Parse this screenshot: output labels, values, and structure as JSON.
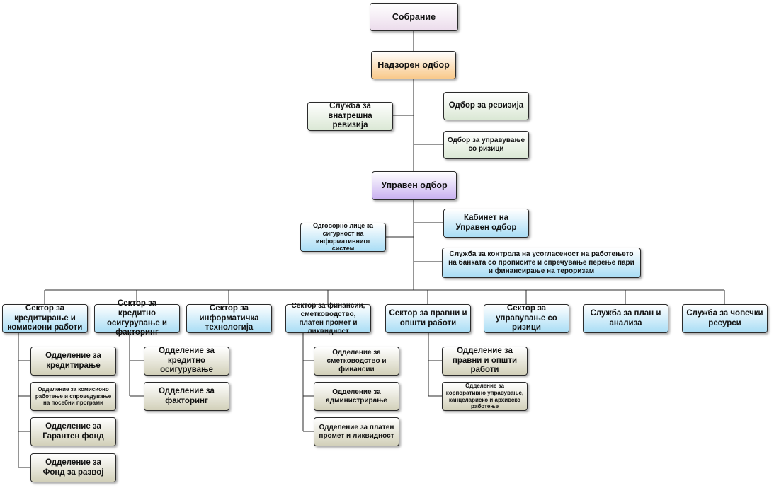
{
  "top": {
    "assembly": "Собрание",
    "supervisory_board": "Надзорен одбор",
    "internal_audit": "Служба за внатрешна ревизија",
    "audit_committee": "Одбор за ревизија",
    "risk_committee": "Одбор за управување со ризици",
    "management_board": "Управен одбор",
    "cabinet": "Кабинет на Управен одбор",
    "security_officer": "Одговорно лице за сигурност на информативниот систем",
    "compliance": "Служба за контрола на усогласеност на работењето на банката со прописите и спречување перење пари и финансирање на тероризам"
  },
  "sectors": [
    {
      "label": "Сектор за кредитирање и комисиони работи",
      "units": [
        "Одделение за кредитирање",
        "Одделение за комисионо работење и спроведување на посебни програми",
        "Одделение за Гарантен фонд",
        "Одделение за Фонд за развој"
      ]
    },
    {
      "label": "Сектор за кредитно осигурување и факторинг",
      "units": [
        "Одделение за кредитно осигурување",
        "Одделение за факторинг"
      ]
    },
    {
      "label": "Сектор за информатичка технологија",
      "units": []
    },
    {
      "label": "Сектор за финансии, сметководство, платен промет и ликвидност",
      "units": [
        "Одделение за сметководство и финансии",
        "Одделение за администрирање",
        "Одделение за платен промет и ликвидност"
      ]
    },
    {
      "label": "Сектор за правни и општи работи",
      "units": [
        "Одделение за правни и општи работи",
        "Одделение за корпоративно управување, канцелариско и архивско работење"
      ]
    },
    {
      "label": "Сектор за управување со ризици",
      "units": []
    },
    {
      "label": "Служба за план и анализа",
      "units": []
    },
    {
      "label": "Служба за човечки ресурси",
      "units": []
    }
  ]
}
